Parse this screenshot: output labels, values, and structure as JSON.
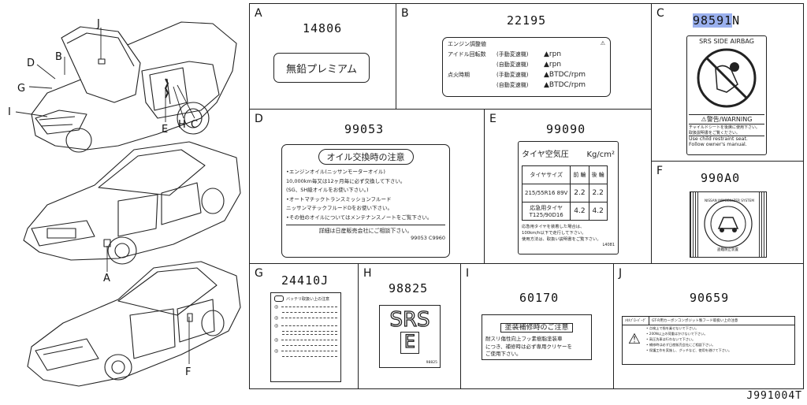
{
  "diagram_id": "J991004T",
  "callouts": {
    "j": "J",
    "d": "D",
    "b": "B",
    "g": "G",
    "i": "I",
    "e": "E",
    "h": "H",
    "c": "C",
    "a": "A",
    "f": "F"
  },
  "cells": {
    "A": {
      "letter": "A",
      "part": "14806",
      "label": "無鉛プレミアム"
    },
    "B": {
      "letter": "B",
      "part": "22195",
      "title": "エンジン調整値",
      "rows": [
        {
          "k": "アイドル回転数",
          "m": "(手動変速機)",
          "v": "▲rpn"
        },
        {
          "k": "",
          "m": "(自動変速機)",
          "v": "▲rpn"
        },
        {
          "k": "点火時期",
          "m": "(手動変速機)",
          "v": "▲BTDC/rpm"
        },
        {
          "k": "",
          "m": "(自動変速機)",
          "v": "▲BTDC/rpm"
        }
      ]
    },
    "C": {
      "letter": "C",
      "part_hl": "98591",
      "part_suffix": "N",
      "heading": "SRS SIDE AIRBAG",
      "warn": "⚠警告/WARNING",
      "jp1": "チャイルドシートを後席に使用下さい。",
      "jp2": "取扱説明書をご覧ください。",
      "en1": "Use child restraint seat.",
      "en2": "Follow owner's manual."
    },
    "D": {
      "letter": "D",
      "part": "99053",
      "heading": "オイル交換時の注意",
      "lines": [
        "•エンジンオイル(ニッサンモーターオイル)",
        "10,000km毎又は12ヶ月毎に必ず交換して下さい。",
        "(SG、SH級オイルをお使い下さい。)",
        "•オートマチックトランスミッションフルード",
        "ニッサンマチックフルードDをお使い下さい。",
        "•その他のオイルについてはメンテナンスノートをご覧下さい。"
      ],
      "footer": "詳細は日産販売会社にご相談下さい。",
      "code": "99053 C9960"
    },
    "E": {
      "letter": "E",
      "part": "99090",
      "heading": "タイヤ空気圧",
      "unit": "Kg/cm²",
      "table": {
        "h": [
          "タイヤサイズ",
          "前 輪",
          "後 輪"
        ],
        "r1": [
          "215/55R16 89V",
          "2.2",
          "2.2"
        ],
        "r2": [
          "応急用タイヤ T125/90D16",
          "4.2",
          "4.2"
        ]
      },
      "note1": "応急用タイヤを装着した場合は、",
      "note2": "100km/h以下で走行して下さい。",
      "note3": "使用方法は、取扱い説明書をご覧下さい。",
      "code": "L4081"
    },
    "F": {
      "letter": "F",
      "part": "990A0",
      "ring": "NISSAN IMMOBILIZER SYSTEM",
      "sub": "盗難防止装置"
    },
    "G": {
      "letter": "G",
      "part": "24410J",
      "heading": "バッテリ取扱い上の注意"
    },
    "H": {
      "letter": "H",
      "part": "98825",
      "srs": "SRS",
      "e": "E",
      "code": "98825"
    },
    "I": {
      "letter": "I",
      "part": "60170",
      "heading": "塗装補修時のご注意",
      "lines": [
        "耐スリ傷性向上フッ素樹脂塗装車",
        "につき、補修時は必ず専用クリヤーを",
        "ご使用下さい。"
      ]
    },
    "J": {
      "letter": "J",
      "part": "90659",
      "tab": "ﾒﾀﾙﾌﾞﾛｰﾊﾞｰｸﾞ",
      "heading": "GT-R用カーボンコンポジット製フード取扱い上の注意",
      "lines": [
        "• 点検上で指を乗せないで下さい。",
        "• 200N以上の荷重はかけないで下さい。",
        "• 高圧洗車は行わないで下さい。",
        "• 補修時は必ず日産販売会社にご相談下さい。",
        "• 保護工作を実施し、グッチなど、使用を避けて下さい。"
      ]
    }
  },
  "colors": {
    "highlight": "#9ab0ee",
    "line": "#222222"
  }
}
